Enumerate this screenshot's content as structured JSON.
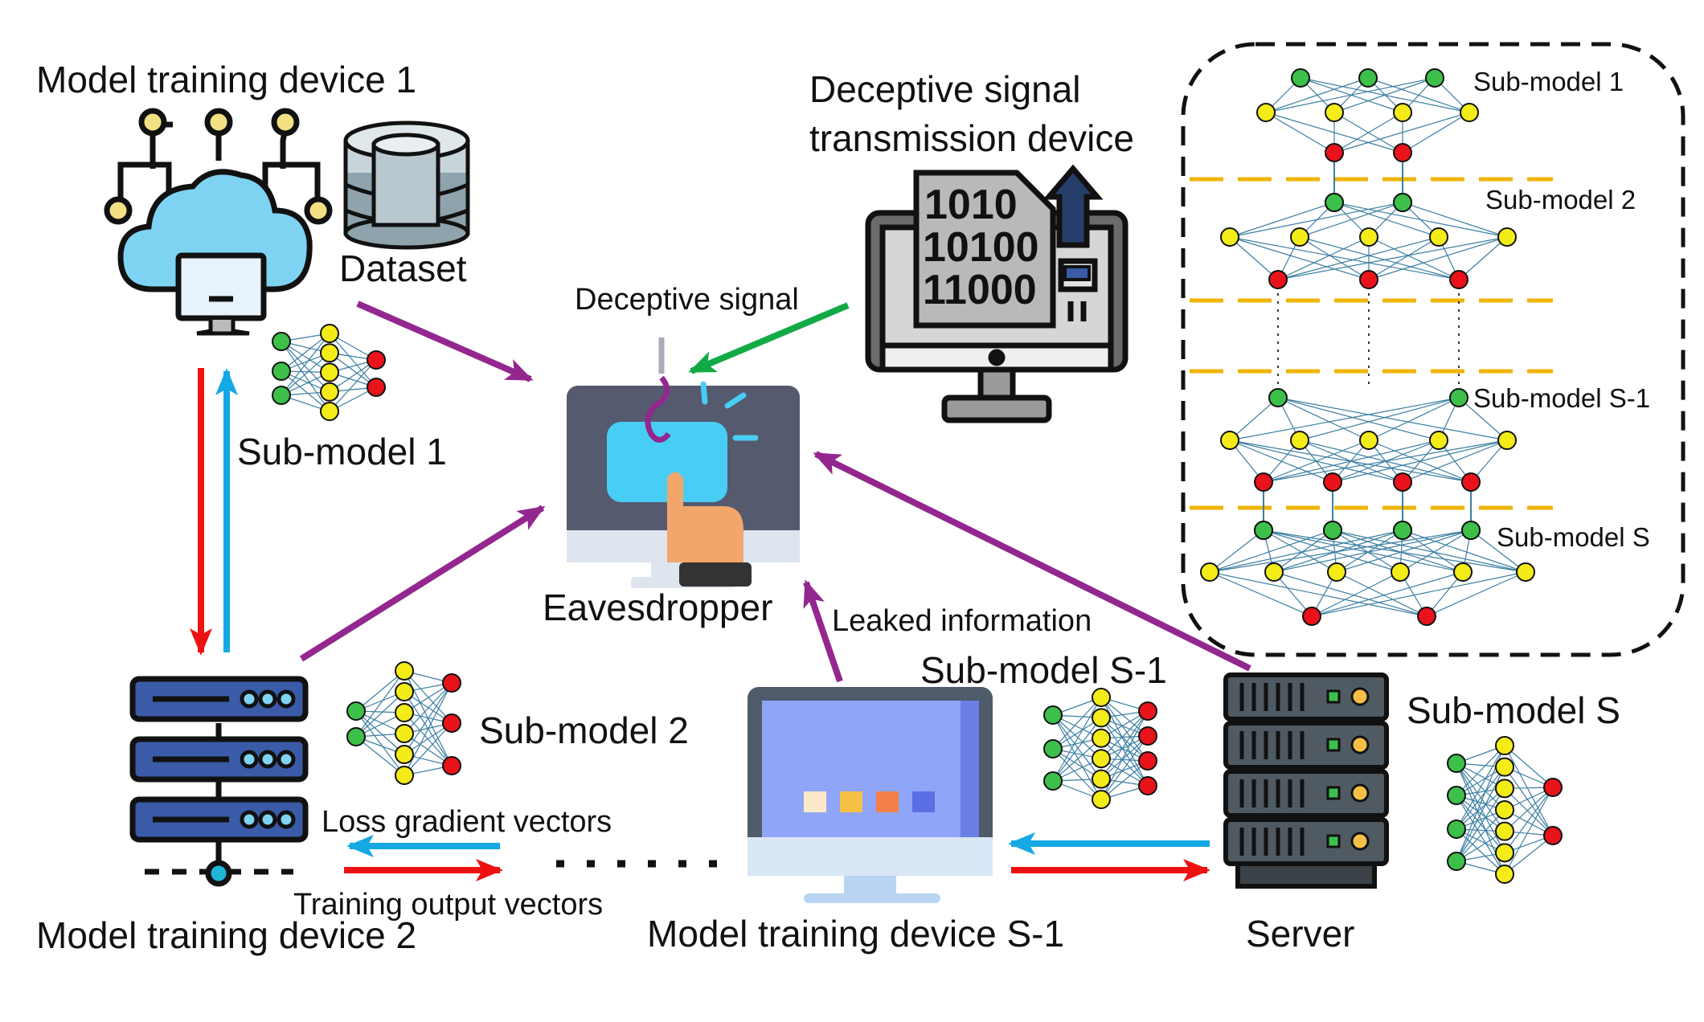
{
  "labels": {
    "device1": "Model training device 1",
    "dataset": "Dataset",
    "submodel1": "Sub-model 1",
    "device2": "Model training device 2",
    "submodel2": "Sub-model 2",
    "loss_gradient": "Loss gradient vectors",
    "training_output": "Training output vectors",
    "device_s1": "Model training device S-1",
    "submodel_s1": "Sub-model S-1",
    "server": "Server",
    "submodel_s": "Sub-model S",
    "eavesdropper": "Eavesdropper",
    "leaked": "Leaked information",
    "deceptive_signal": "Deceptive signal",
    "deceptive_device_line1": "Deceptive signal",
    "deceptive_device_line2": "transmission device"
  },
  "inset": {
    "sub1": "Sub-model 1",
    "sub2": "Sub-model 2",
    "subS1": "Sub-model S-1",
    "subS": "Sub-model S"
  },
  "binary_text": [
    "1010",
    "10100",
    "11000"
  ],
  "colors": {
    "arrow_purple": "#93278f",
    "arrow_red": "#ee1111",
    "arrow_blue": "#14a8e5",
    "arrow_green": "#11aa44",
    "node_green": "#3cc04a",
    "node_yellow": "#f3ec19",
    "node_red": "#e8131b",
    "edge_blue": "#3b7ea1",
    "dash_orange": "#f0b400"
  },
  "icons": [
    "cloud-computer-icon",
    "database-icon",
    "server-rack-icon",
    "phishing-monitor-icon",
    "binary-document-monitor-icon",
    "desktop-monitor-icon",
    "server-tower-icon"
  ]
}
